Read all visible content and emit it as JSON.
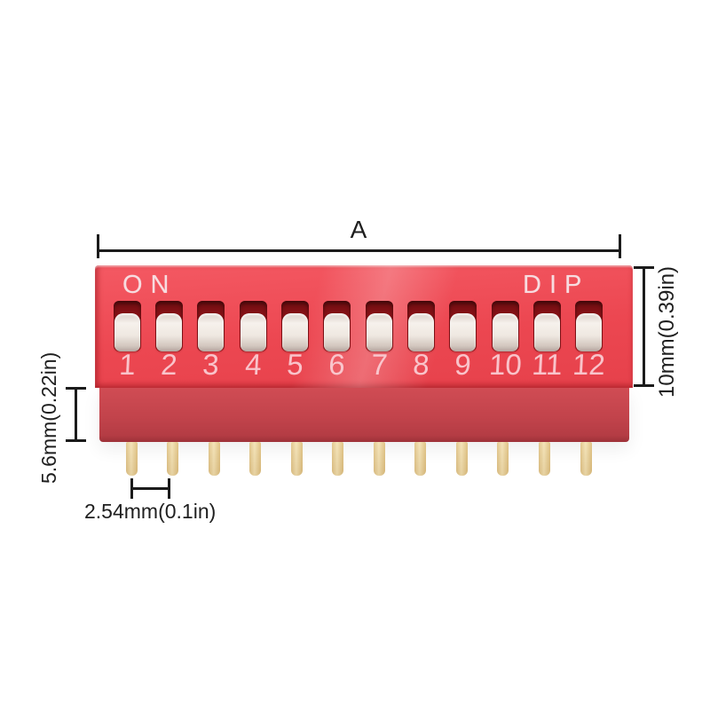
{
  "component": {
    "name": "12-position DIP switch",
    "labels": {
      "on": "ON",
      "dip": "DIP"
    },
    "positions": [
      "1",
      "2",
      "3",
      "4",
      "5",
      "6",
      "7",
      "8",
      "9",
      "10",
      "11",
      "12"
    ],
    "switch_count": 12,
    "pin_count": 12
  },
  "dimensions": {
    "width_label": "A",
    "total_height_label": "10mm(0.39in)",
    "front_height_label": "5.6mm(0.22in)",
    "pin_pitch_label": "2.54mm(0.1in)"
  },
  "colors": {
    "body_top_red": "#ec4751",
    "body_front_red": "#c2434b",
    "slot_dark_red": "#96151b",
    "slider_white": "#efe8e1",
    "marking_pink": "#f7dce0",
    "pin_gold": "#ecd5a2",
    "dimension_line": "#1b1b1b",
    "background": "#ffffff"
  }
}
